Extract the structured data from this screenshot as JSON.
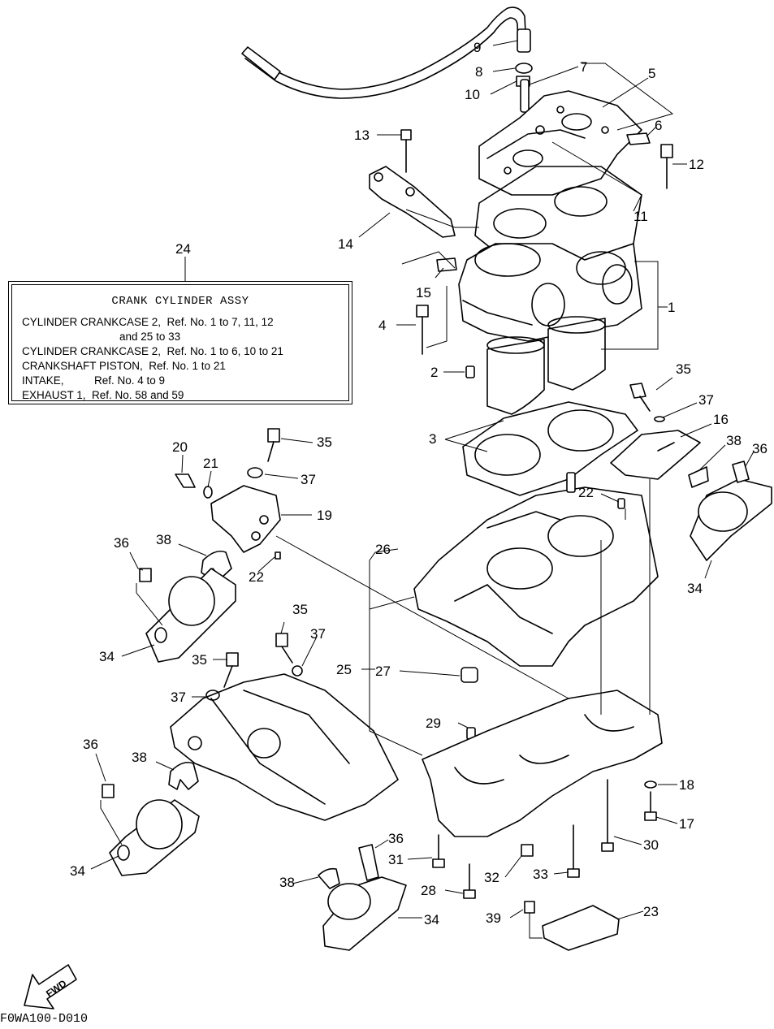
{
  "callouts": {
    "c1": "1",
    "c2": "2",
    "c3": "3",
    "c4": "4",
    "c5": "5",
    "c6": "6",
    "c7": "7",
    "c8": "8",
    "c9": "9",
    "c10": "10",
    "c11": "11",
    "c12": "12",
    "c13": "13",
    "c14": "14",
    "c15": "15",
    "c16": "16",
    "c17": "17",
    "c18": "18",
    "c19": "19",
    "c20": "20",
    "c21": "21",
    "c22": "22",
    "c23": "23",
    "c24": "24",
    "c25": "25",
    "c26": "26",
    "c27": "27",
    "c28": "28",
    "c29": "29",
    "c30": "30",
    "c31": "31",
    "c32": "32",
    "c33": "33",
    "c34": "34",
    "c35": "35",
    "c36": "36",
    "c37": "37",
    "c38": "38",
    "c39": "39"
  },
  "legend": {
    "title": "CRANK CYLINDER ASSY",
    "lines": [
      "CYLINDER CRANKCASE 2,  Ref. No. 1 to 7, 11, 12",
      "                                and 25 to 33",
      "CYLINDER CRANKCASE 2,  Ref. No. 1 to 6, 10 to 21",
      "CRANKSHAFT PISTON,  Ref. No. 1 to 21",
      "INTAKE,          Ref. No. 4 to 9",
      "EXHAUST 1,  Ref. No. 58 and 59"
    ]
  },
  "fwd_label": "FWD",
  "diagram_code": "F0WA100-D010"
}
